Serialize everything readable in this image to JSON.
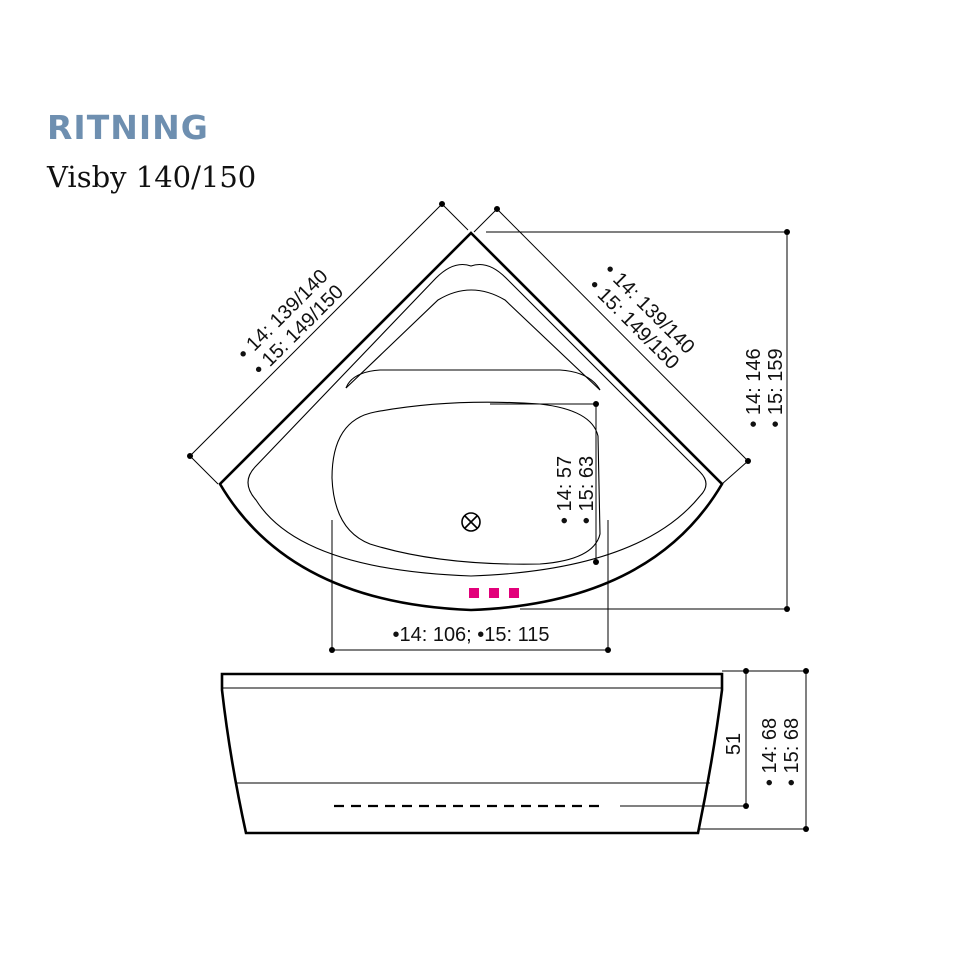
{
  "header": {
    "title": "RITNING",
    "model": "Visby 140/150"
  },
  "colors": {
    "title": "#6e8fb0",
    "control_panel": "#e2007a"
  },
  "dimensions": {
    "left_side": {
      "line1": "• 14: 139/140",
      "line2": "• 15: 149/150"
    },
    "right_side": {
      "line1": "• 14: 139/140",
      "line2": "• 15: 149/150"
    },
    "overall_depth": {
      "line1": "• 14: 146",
      "line2": "• 15: 159"
    },
    "basin_depth": {
      "line1": "• 14: 57",
      "line2": "• 15: 63"
    },
    "basin_width": {
      "text": "•14: 106; •15: 115"
    },
    "inner_height": {
      "text": "51"
    },
    "total_height": {
      "line1": "• 14: 68",
      "line2": "• 15: 68"
    }
  },
  "icons": {
    "drain": "drain-icon",
    "controls": "control-buttons-icon"
  }
}
